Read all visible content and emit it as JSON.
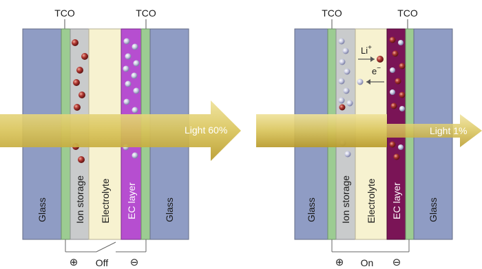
{
  "left_panel": {
    "tco_left": "TCO",
    "tco_right": "TCO",
    "glass_left": "Glass",
    "ion_storage": "Ion storage",
    "electrolyte": "Electrolyte",
    "ec_layer": "EC layer",
    "glass_right": "Glass",
    "light_label": "Light 60%",
    "switch_state": "Off",
    "plus_symbol": "⊕",
    "minus_symbol": "⊖"
  },
  "right_panel": {
    "tco_left": "TCO",
    "tco_right": "TCO",
    "glass_left": "Glass",
    "ion_storage": "Ion storage",
    "electrolyte": "Electrolyte",
    "ec_layer": "EC layer",
    "glass_right": "Glass",
    "light_label": "Light 1%",
    "switch_state": "On",
    "plus_symbol": "⊕",
    "minus_symbol": "⊖",
    "ion_label": "Li",
    "ion_charge": "+",
    "electron_label": "e",
    "electron_charge": "−"
  },
  "colors": {
    "glass": "#8f9cc4",
    "tco": "#9ccc92",
    "ion_storage": "#c9cbcc",
    "electrolyte": "#f7f2d0",
    "ec_layer_off": "#b64ed0",
    "ec_layer_on": "#7a1456",
    "arrow": "#d8c86a",
    "ion_particle": "#9a2a2a",
    "electron_particle": "#8b8fb0"
  }
}
